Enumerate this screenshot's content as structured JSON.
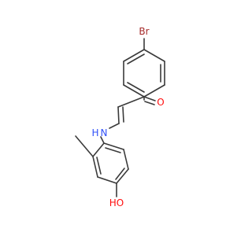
{
  "diagram": {
    "type": "chemical-structure",
    "atom_labels": {
      "bromine": "Br",
      "oxygen_carbonyl": "O",
      "nitrogen": "N",
      "hydrogen_on_n": "H",
      "hydroxyl": "HO"
    },
    "colors": {
      "bond": "#3a3a3a",
      "bromine": "#a52a2a",
      "oxygen": "#ff0d0d",
      "nitrogen": "#3050f8",
      "hydrogen": "#3a3a3a"
    }
  }
}
